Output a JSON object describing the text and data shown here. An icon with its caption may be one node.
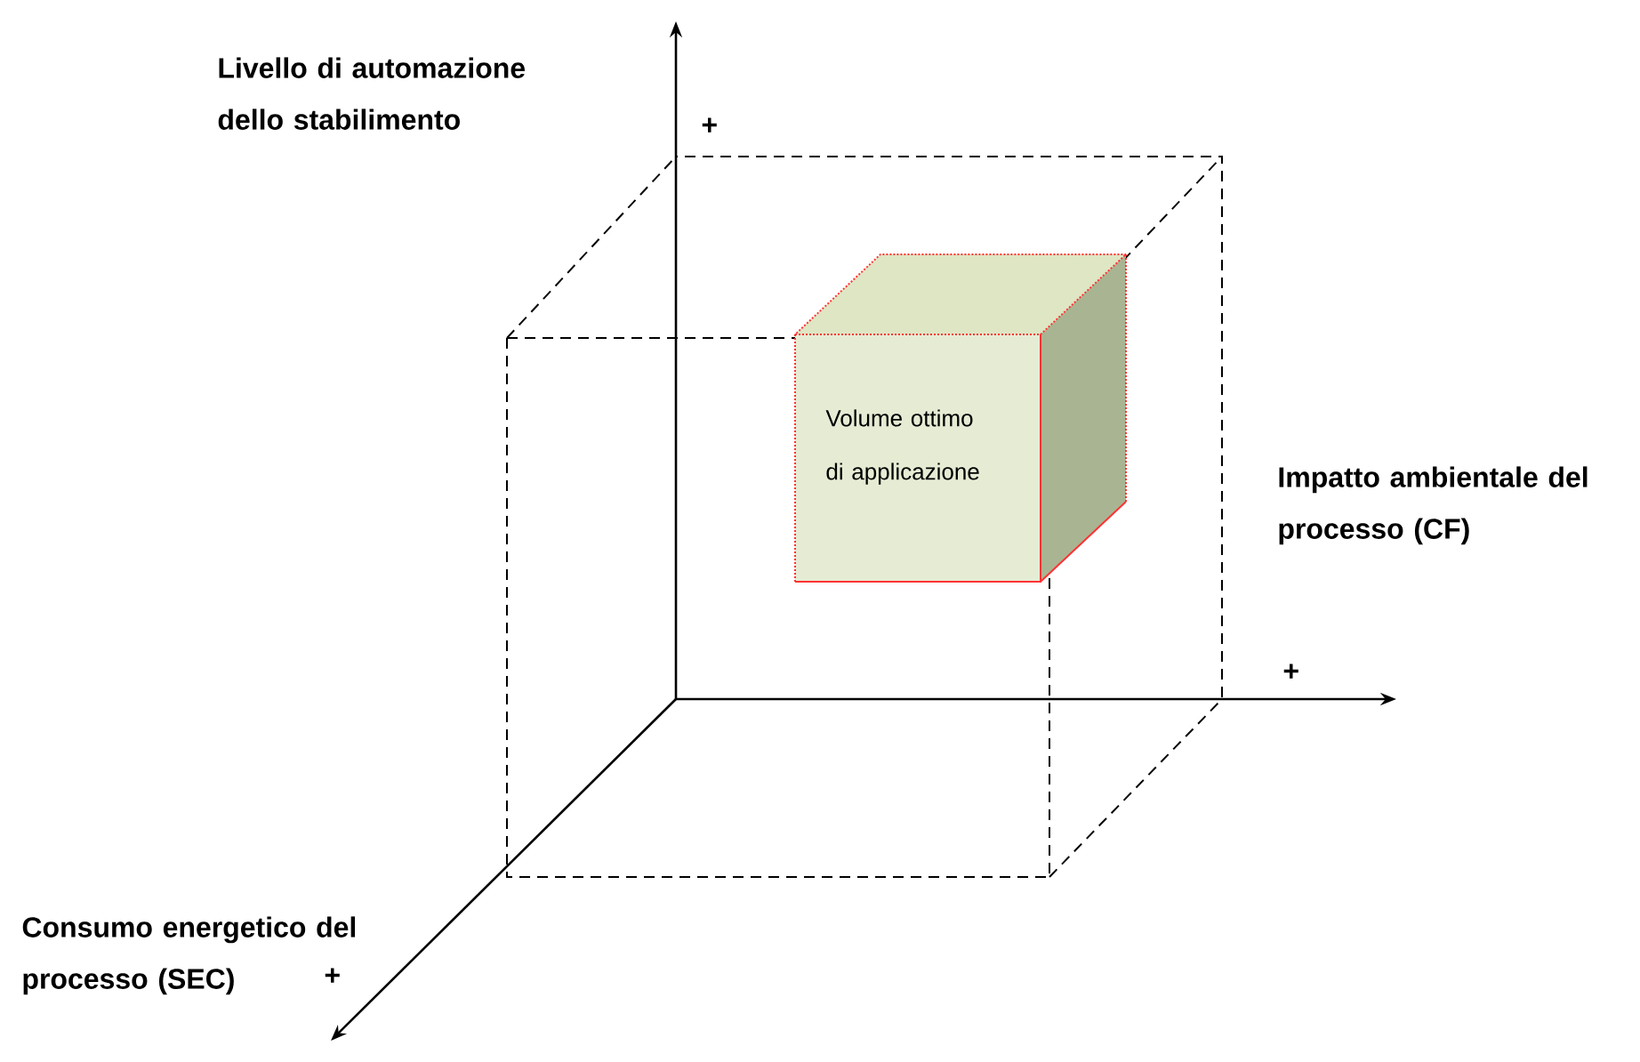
{
  "diagram": {
    "nodes": [
      {
        "text": [
          "Volume ottimo di applicazione"
        ]
      }
    ],
    "labels": [
      "Livello di automazione dello stabilimento",
      "+",
      "Impatto ambientale del processo (CF)",
      "+",
      "Consumo energetico del processo (SEC)",
      "+"
    ]
  }
}
